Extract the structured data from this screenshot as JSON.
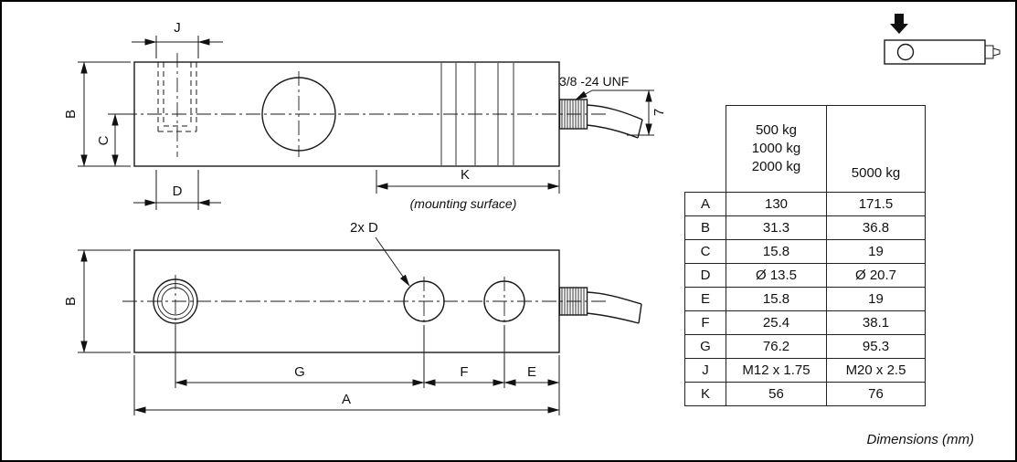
{
  "colors": {
    "ink": "#111111",
    "background": "#ffffff"
  },
  "icons": {
    "load_direction": "down-arrow-icon"
  },
  "side_view": {
    "label_j": "J",
    "label_b": "B",
    "label_c": "C",
    "label_d": "D",
    "label_k": "K",
    "mounting_surface": "(mounting surface)",
    "thread_callout": "3/8 -24 UNF",
    "cable_dim": "7"
  },
  "top_view": {
    "label_b": "B",
    "label_g": "G",
    "label_f": "F",
    "label_e": "E",
    "label_a": "A",
    "hole_callout": "2x D"
  },
  "table": {
    "capacity_headers": {
      "col1": [
        "500 kg",
        "1000 kg",
        "2000 kg"
      ],
      "col2": "5000 kg"
    },
    "rows": [
      {
        "dim": "A",
        "v1": "130",
        "v2": "171.5"
      },
      {
        "dim": "B",
        "v1": "31.3",
        "v2": "36.8"
      },
      {
        "dim": "C",
        "v1": "15.8",
        "v2": "19"
      },
      {
        "dim": "D",
        "v1": "Ø 13.5",
        "v2": "Ø 20.7"
      },
      {
        "dim": "E",
        "v1": "15.8",
        "v2": "19"
      },
      {
        "dim": "F",
        "v1": "25.4",
        "v2": "38.1"
      },
      {
        "dim": "G",
        "v1": "76.2",
        "v2": "95.3"
      },
      {
        "dim": "J",
        "v1": "M12 x 1.75",
        "v2": "M20 x 2.5"
      },
      {
        "dim": "K",
        "v1": "56",
        "v2": "76"
      }
    ]
  },
  "footer": {
    "note": "Dimensions (mm)"
  }
}
